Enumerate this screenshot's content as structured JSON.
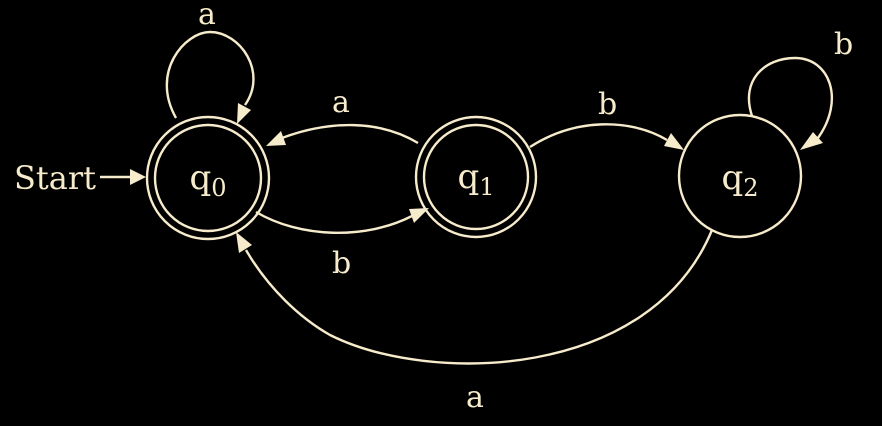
{
  "colors": {
    "background": "#000000",
    "stroke": "#F6EBCB"
  },
  "start_label": "Start",
  "states": [
    {
      "id": "q0",
      "name": "q",
      "subscript": "0",
      "accepting": true
    },
    {
      "id": "q1",
      "name": "q",
      "subscript": "1",
      "accepting": true
    },
    {
      "id": "q2",
      "name": "q",
      "subscript": "2",
      "accepting": false
    }
  ],
  "start_state": "q0",
  "transitions": [
    {
      "id": "q0-q0",
      "from": "q0",
      "to": "q0",
      "symbol": "a"
    },
    {
      "id": "q1-q0",
      "from": "q1",
      "to": "q0",
      "symbol": "a"
    },
    {
      "id": "q0-q1",
      "from": "q0",
      "to": "q1",
      "symbol": "b"
    },
    {
      "id": "q1-q2",
      "from": "q1",
      "to": "q2",
      "symbol": "b"
    },
    {
      "id": "q2-q2",
      "from": "q2",
      "to": "q2",
      "symbol": "b"
    },
    {
      "id": "q2-q0",
      "from": "q2",
      "to": "q0",
      "symbol": "a"
    }
  ]
}
